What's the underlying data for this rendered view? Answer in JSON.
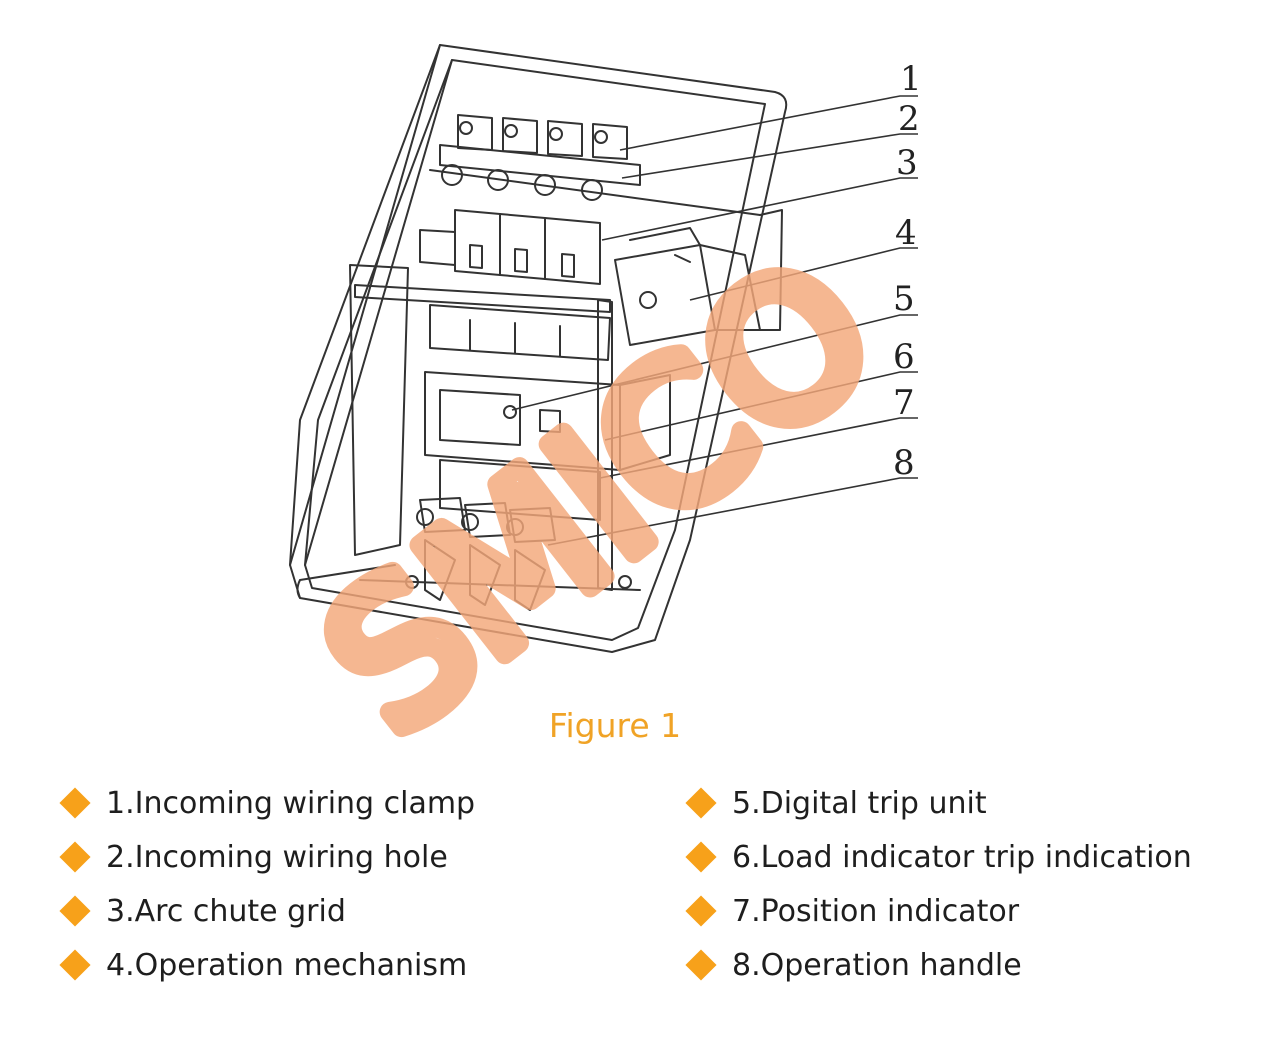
{
  "figure": {
    "watermark_text": "SMICO",
    "caption": "Figure 1",
    "callouts": [
      "1",
      "2",
      "3",
      "4",
      "5",
      "6",
      "7",
      "8"
    ]
  },
  "legend": {
    "left": [
      {
        "label": "1.Incoming wiring clamp"
      },
      {
        "label": "2.Incoming wiring hole"
      },
      {
        "label": "3.Arc chute grid"
      },
      {
        "label": "4.Operation mechanism"
      }
    ],
    "right": [
      {
        "label": "5.Digital trip unit"
      },
      {
        "label": "6.Load indicator trip indication"
      },
      {
        "label": "7.Position indicator"
      },
      {
        "label": "8.Operation handle"
      }
    ]
  },
  "colors": {
    "bullet": "#f7a11a",
    "caption": "#f0a326",
    "watermark": "#f4a87a",
    "line_art": "#333333"
  },
  "icons": {
    "bullet": "orange-diamond-icon"
  }
}
